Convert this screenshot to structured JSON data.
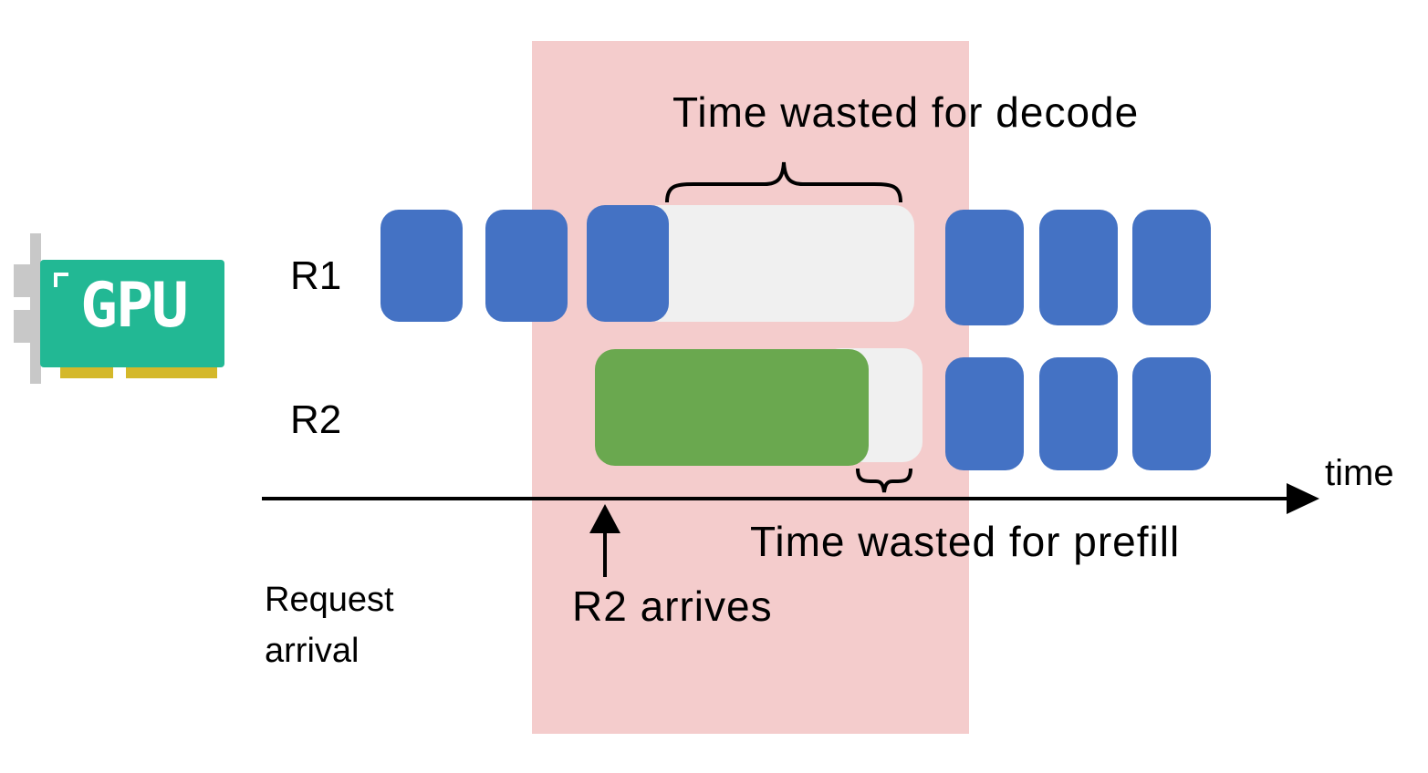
{
  "gpu": {
    "label": "GPU",
    "icon": "gpu-card-icon",
    "card_color": "#22b894"
  },
  "rows": {
    "r1": "R1",
    "r2": "R2"
  },
  "annotations": {
    "decode_waste": "Time wasted for decode",
    "prefill_waste": "Time wasted for prefill",
    "r2_arrives": "R2 arrives",
    "time_axis": "time",
    "request_arrival": "Request\narrival"
  },
  "colors": {
    "decode_block": "#4472c4",
    "prefill_block": "#6aa84f",
    "idle_block": "#f0f0f0",
    "interference_region": "#f4cccc"
  }
}
